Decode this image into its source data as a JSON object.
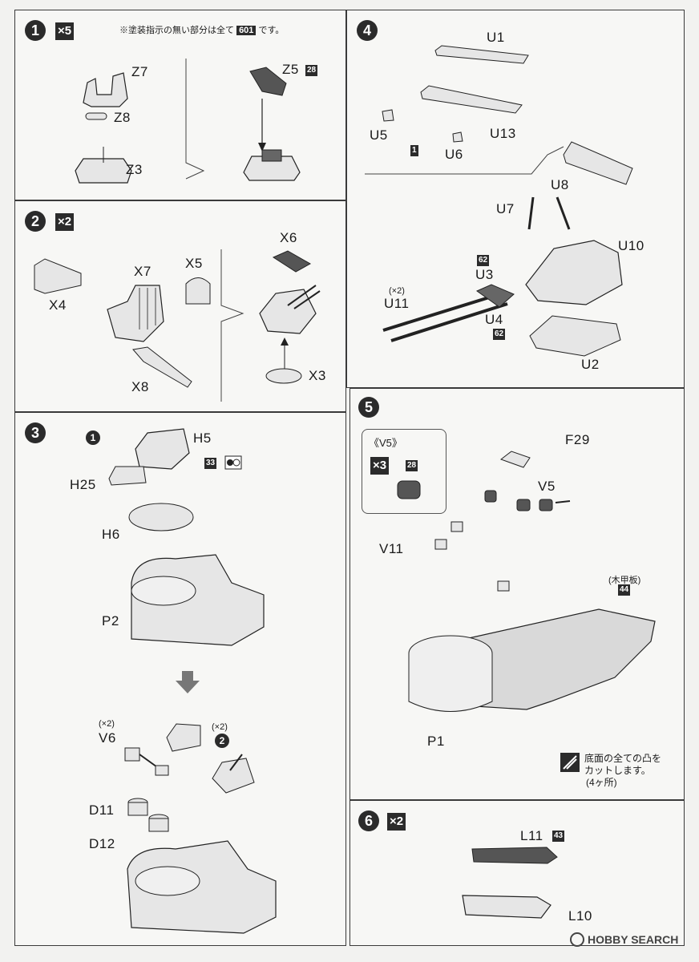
{
  "steps": [
    {
      "number": "1",
      "multiplier": "×5",
      "note_prefix": "※塗装指示の無い部分は全て",
      "note_color": "601",
      "note_suffix": "です。",
      "labels": {
        "z7": "Z7",
        "z8": "Z8",
        "z3": "Z3",
        "z5": "Z5",
        "z5_color": "28"
      }
    },
    {
      "number": "2",
      "multiplier": "×2",
      "labels": {
        "x7": "X7",
        "x5": "X5",
        "x4": "X4",
        "x8": "X8",
        "x6": "X6",
        "x3": "X3"
      }
    },
    {
      "number": "3",
      "labels": {
        "sub1": "1",
        "h5": "H5",
        "h5_color": "33",
        "h25": "H25",
        "h6": "H6",
        "p2": "P2",
        "v6_count": "(×2)",
        "v6": "V6",
        "sub2_count": "(×2)",
        "sub2": "2",
        "d11": "D11",
        "d12": "D12"
      }
    },
    {
      "number": "4",
      "labels": {
        "u1": "U1",
        "u5": "U5",
        "u5_color": "1",
        "u6": "U6",
        "u13": "U13",
        "u8": "U8",
        "u7": "U7",
        "u10": "U10",
        "u3_color": "62",
        "u3": "U3",
        "u11_count": "(×2)",
        "u11": "U11",
        "u4": "U4",
        "u4_color": "62",
        "u2": "U2"
      }
    },
    {
      "number": "5",
      "inset_title": "《V5》",
      "inset_mult": "×3",
      "inset_color": "28",
      "labels": {
        "f29": "F29",
        "v5": "V5",
        "v11": "V11",
        "deck_note": "(木甲板)",
        "deck_color": "44",
        "p1": "P1"
      },
      "cut_note_line1": "底面の全ての凸を",
      "cut_note_line2": "カットします。",
      "cut_note_line3": "(4ヶ所)"
    },
    {
      "number": "6",
      "multiplier": "×2",
      "labels": {
        "l11": "L11",
        "l11_color": "43",
        "l10": "L10"
      }
    }
  ],
  "watermark": "HOBBY SEARCH",
  "icons": [
    "arrow-down-icon",
    "color-chip-icon",
    "cut-tool-icon",
    "hobby-search-logo-icon"
  ]
}
